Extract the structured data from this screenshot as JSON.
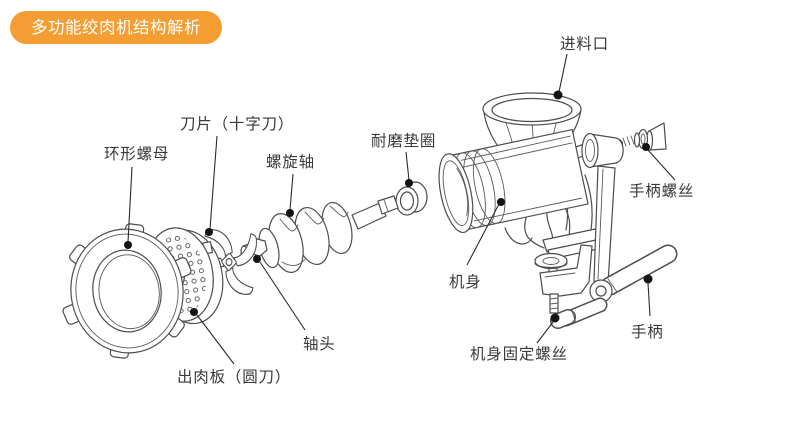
{
  "badge": {
    "text": "多功能绞肉机结构解析",
    "bg_color": "#F39D32",
    "text_color": "#FFFFFF"
  },
  "diagram": {
    "subject": "多功能手动绞肉机爆炸结构图",
    "line_color": "#4d4d4d",
    "label_color": "#3a3a3a",
    "labels": {
      "ring_nut": "环形螺母",
      "blade": "刀片（十字刀）",
      "spiral_shaft": "螺旋轴",
      "washer": "耐磨垫圈",
      "inlet": "进料口",
      "handle_screw": "手柄螺丝",
      "body": "机身",
      "shaft_head": "轴头",
      "outlet_plate": "出肉板（圆刀）",
      "body_fixing_screw": "机身固定螺丝",
      "handle": "手柄"
    }
  }
}
